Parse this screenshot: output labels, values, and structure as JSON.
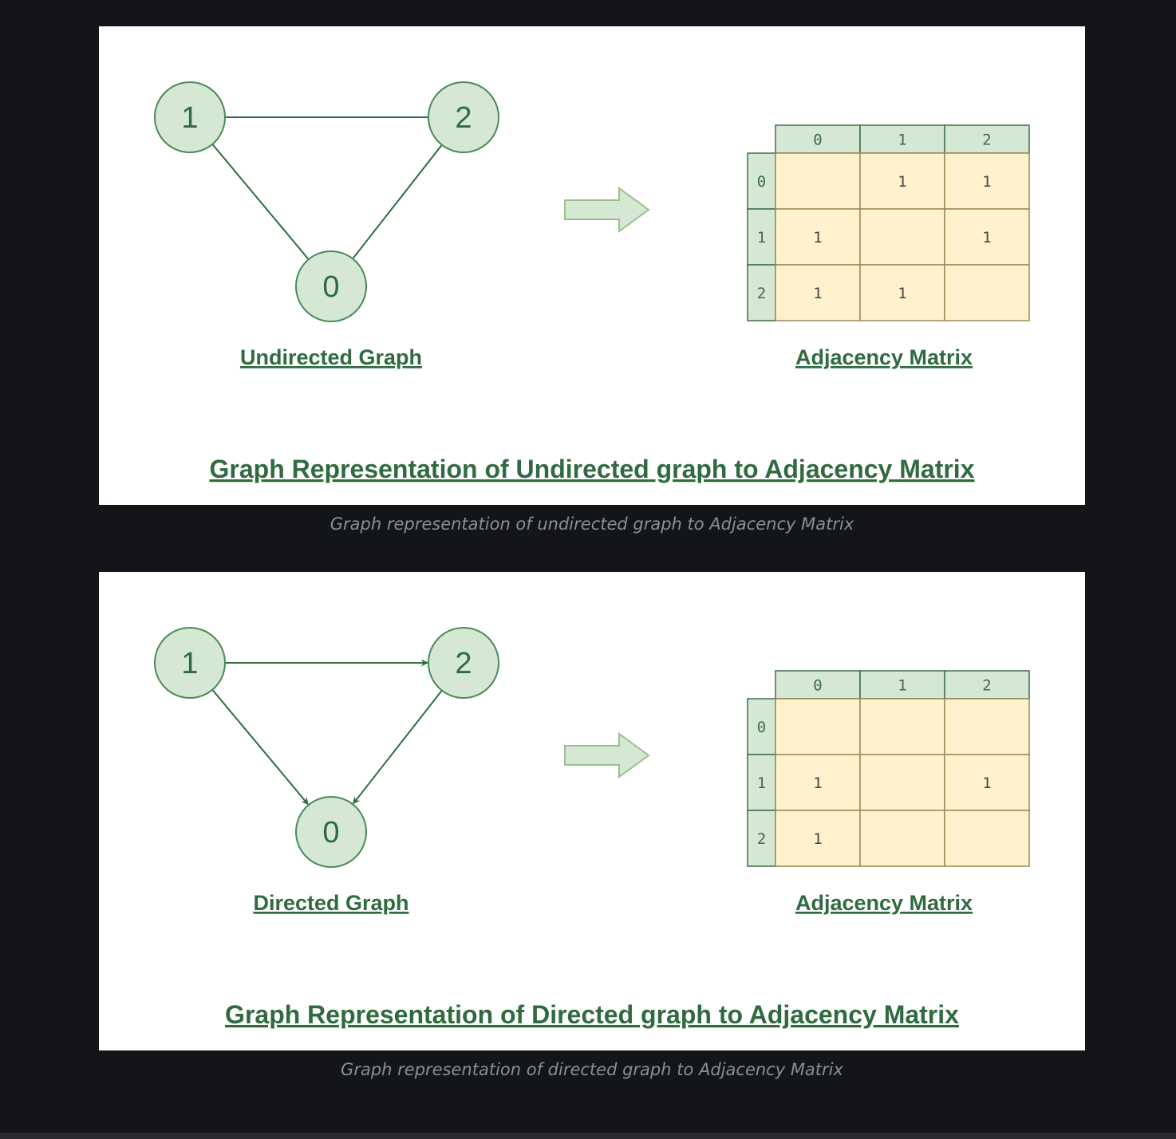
{
  "figures": [
    {
      "id": "undirected",
      "graph_label": "Undirected Graph",
      "matrix_label": "Adjacency Matrix",
      "title": "Graph Representation of Undirected graph to Adjacency Matrix",
      "caption": "Graph representation of undirected graph to Adjacency Matrix",
      "directed": false,
      "nodes": [
        "0",
        "1",
        "2"
      ],
      "edges": [
        [
          "1",
          "2"
        ],
        [
          "1",
          "0"
        ],
        [
          "2",
          "0"
        ]
      ],
      "matrix": {
        "col_headers": [
          "0",
          "1",
          "2"
        ],
        "row_headers": [
          "0",
          "1",
          "2"
        ],
        "cells": [
          [
            "",
            "1",
            "1"
          ],
          [
            "1",
            "",
            "1"
          ],
          [
            "1",
            "1",
            ""
          ]
        ]
      }
    },
    {
      "id": "directed",
      "graph_label": "Directed Graph",
      "matrix_label": "Adjacency Matrix",
      "title": "Graph Representation of Directed graph to Adjacency Matrix",
      "caption": "Graph representation of directed graph to Adjacency Matrix",
      "directed": true,
      "nodes": [
        "0",
        "1",
        "2"
      ],
      "edges": [
        [
          "1",
          "2"
        ],
        [
          "1",
          "0"
        ],
        [
          "2",
          "0"
        ]
      ],
      "matrix": {
        "col_headers": [
          "0",
          "1",
          "2"
        ],
        "row_headers": [
          "0",
          "1",
          "2"
        ],
        "cells": [
          [
            "",
            "",
            ""
          ],
          [
            "1",
            "",
            "1"
          ],
          [
            "1",
            "",
            ""
          ]
        ]
      }
    }
  ],
  "colors": {
    "page_background": "#141519",
    "node_fill": "#d5e8d4",
    "node_stroke": "#4a8a5a",
    "edge": "#2f6b3f",
    "header_fill": "#d5e8d4",
    "header_stroke": "#3d6e48",
    "cell_fill": "#fff2cc",
    "cell_stroke": "#9a8a56",
    "arrow_fill": "#d5e8d4",
    "arrow_stroke": "#9cc08c",
    "title_text": "#2f6b3f",
    "caption_text": "#8a8f98"
  },
  "icons": {
    "transform_arrow": "right-arrow-icon"
  }
}
